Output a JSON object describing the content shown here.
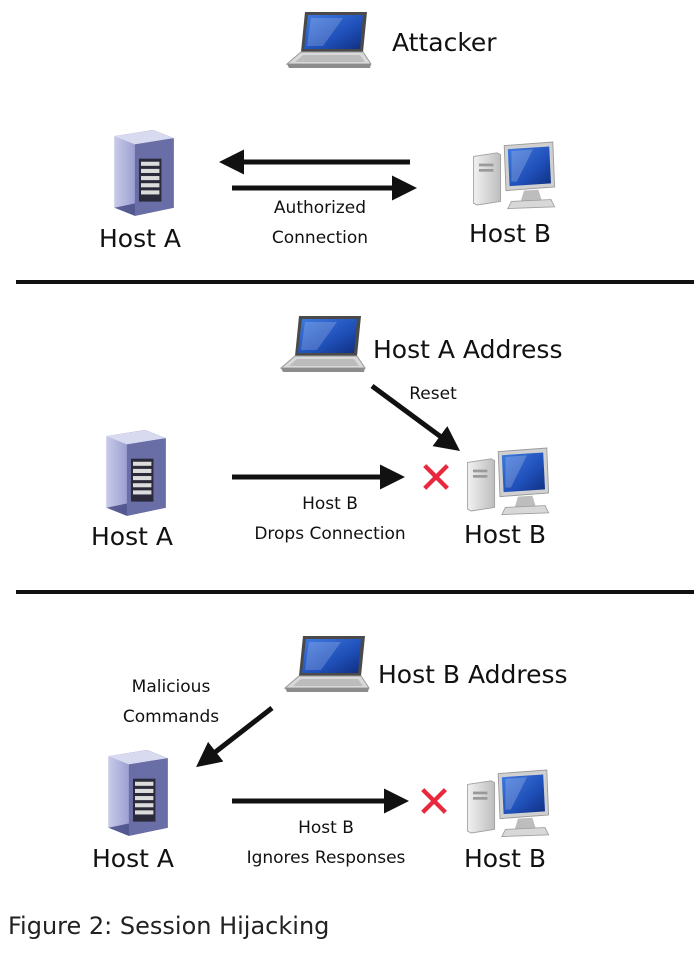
{
  "colors": {
    "arrow": "#111111",
    "divider": "#111111",
    "x_mark": "#e8283c",
    "server_body": "#8f93c4",
    "monitor_screen": "#1f4fb8",
    "laptop_screen": "#2a5fc8"
  },
  "icons": {
    "attacker": "laptop-icon",
    "host_a": "server-tower-icon",
    "host_b": "desktop-computer-icon",
    "blocked": "red-x-icon"
  },
  "panel1": {
    "attacker_label": "Attacker",
    "host_a_label": "Host A",
    "host_b_label": "Host B",
    "connection_label_line1": "Authorized",
    "connection_label_line2": "Connection"
  },
  "panel2": {
    "attacker_label": "Host A Address",
    "reset_label": "Reset",
    "host_a_label": "Host A",
    "host_b_label": "Host B",
    "connection_label_line1": "Host B",
    "connection_label_line2": "Drops Connection",
    "x_mark": "✕"
  },
  "panel3": {
    "attacker_label": "Host B Address",
    "commands_label_line1": "Malicious",
    "commands_label_line2": "Commands",
    "host_a_label": "Host A",
    "host_b_label": "Host B",
    "connection_label_line1": "Host B",
    "connection_label_line2": "Ignores Responses",
    "x_mark": "✕"
  },
  "caption": "Figure 2: Session Hijacking"
}
